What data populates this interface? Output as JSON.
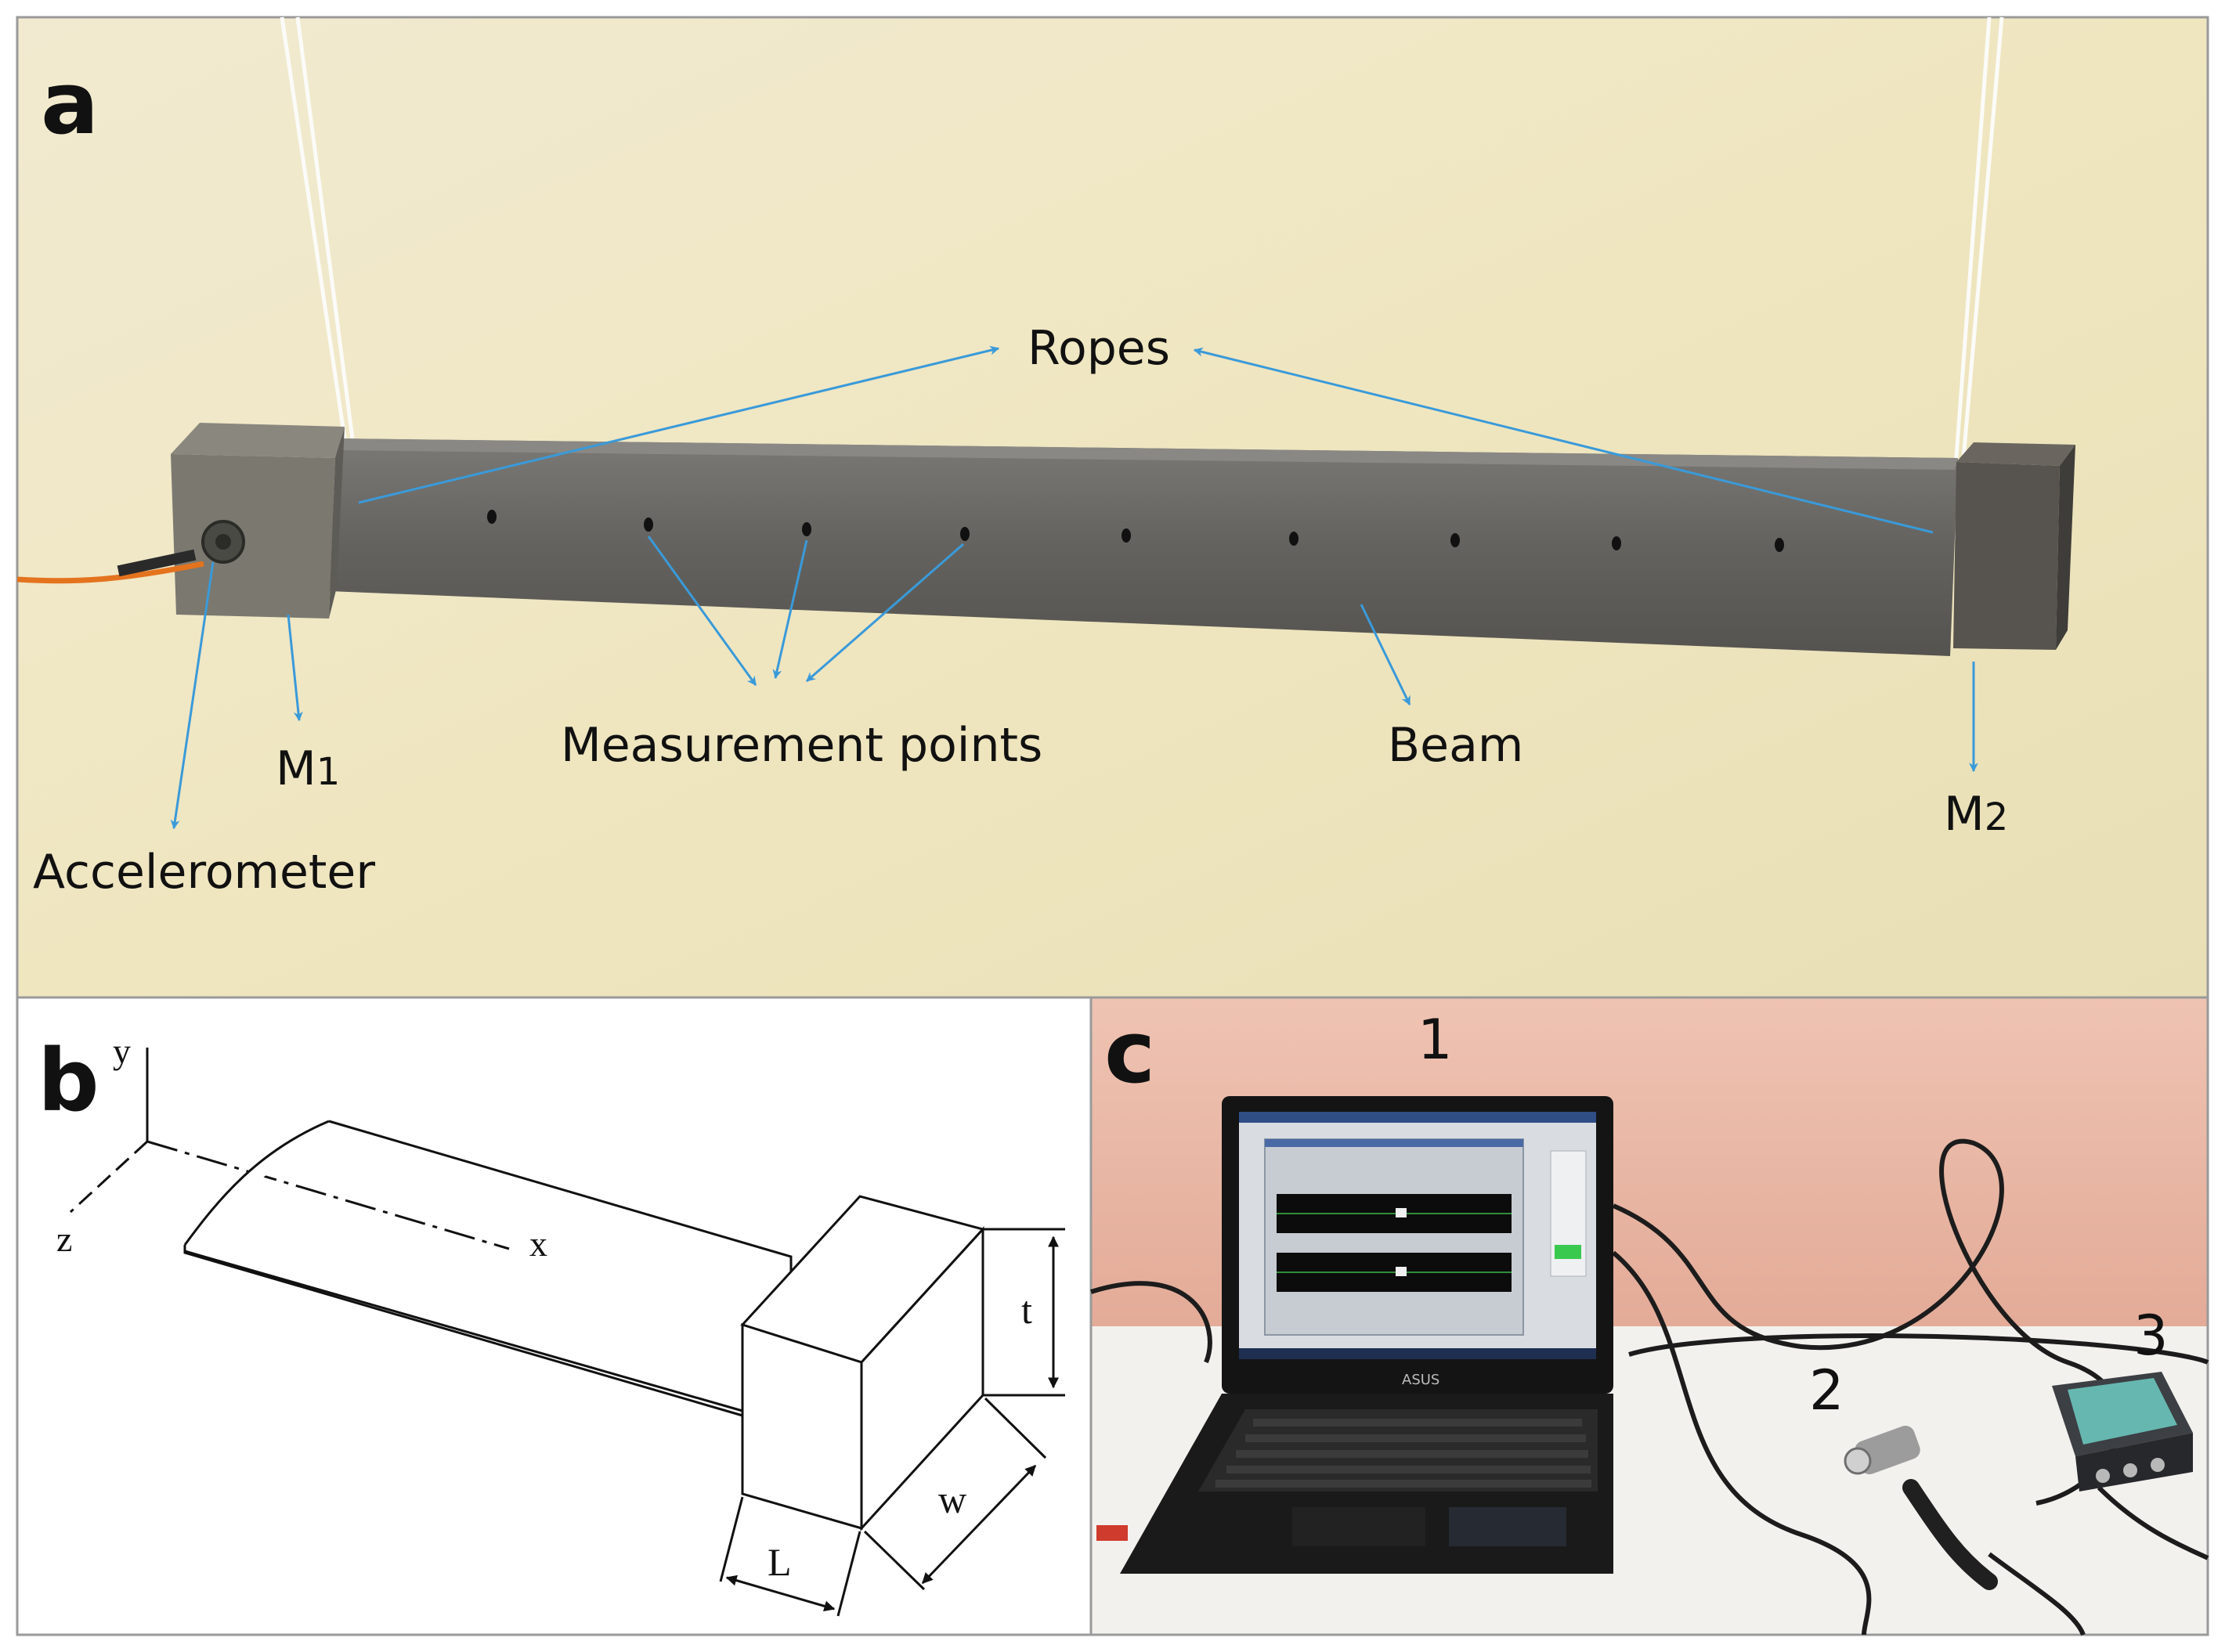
{
  "panels": {
    "a": {
      "letter": "a",
      "labels": {
        "ropes": "Ropes",
        "measurement_points": "Measurement points",
        "beam": "Beam",
        "m1": "M",
        "m1_sub": "1",
        "m2": "M",
        "m2_sub": "2",
        "accelerometer": "Accelerometer"
      }
    },
    "b": {
      "letter": "b",
      "labels": {
        "y": "y",
        "z": "z",
        "x": "x",
        "t": "t",
        "w": "w",
        "L": "L"
      }
    },
    "c": {
      "letter": "c",
      "labels": {
        "one": "1",
        "two": "2",
        "three": "3",
        "laptop_brand": "ASUS"
      }
    }
  },
  "colors": {
    "arrow": "#3a9ad9",
    "wall_a": "#efe7c4",
    "wall_c": "#e9b7a6",
    "table_c": "#f3f1ee",
    "beam": "#6c6a66",
    "cable": "#e4731e"
  }
}
